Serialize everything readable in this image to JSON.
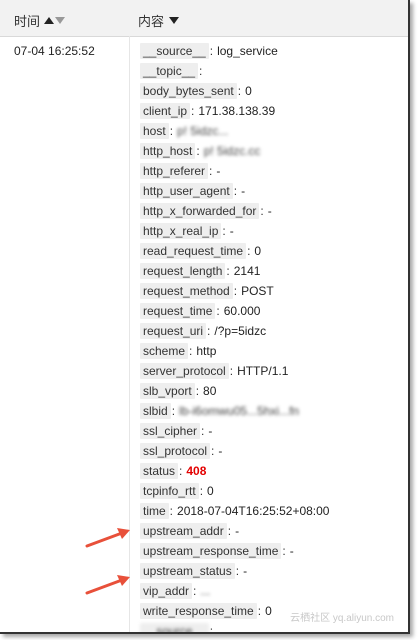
{
  "header": {
    "time_label": "时间",
    "content_label": "内容"
  },
  "log": {
    "timestamp": "07-04 16:25:52",
    "fields": [
      {
        "key": "__source__",
        "value": "log_service"
      },
      {
        "key": "__topic__",
        "value": ""
      },
      {
        "key": "body_bytes_sent",
        "value": "0"
      },
      {
        "key": "client_ip",
        "value": "171.38.138.39"
      },
      {
        "key": "host",
        "value": "p! 5idzc...",
        "blurred": true
      },
      {
        "key": "http_host",
        "value": "p! 5idzc.cc",
        "blurred": true
      },
      {
        "key": "http_referer",
        "value": "-"
      },
      {
        "key": "http_user_agent",
        "value": "-"
      },
      {
        "key": "http_x_forwarded_for",
        "value": "-"
      },
      {
        "key": "http_x_real_ip",
        "value": "-"
      },
      {
        "key": "read_request_time",
        "value": "0"
      },
      {
        "key": "request_length",
        "value": "2141"
      },
      {
        "key": "request_method",
        "value": "POST"
      },
      {
        "key": "request_time",
        "value": "60.000"
      },
      {
        "key": "request_uri",
        "value": "/?p=5idzc"
      },
      {
        "key": "scheme",
        "value": "http"
      },
      {
        "key": "server_protocol",
        "value": "HTTP/1.1"
      },
      {
        "key": "slb_vport",
        "value": "80"
      },
      {
        "key": "slbid",
        "value": "lb-i6omwu05...5hxi...fn",
        "blurred": true
      },
      {
        "key": "ssl_cipher",
        "value": "-"
      },
      {
        "key": "ssl_protocol",
        "value": "-"
      },
      {
        "key": "status",
        "value": "408",
        "highlight": true
      },
      {
        "key": "tcpinfo_rtt",
        "value": "0"
      },
      {
        "key": "time",
        "value": "2018-07-04T16:25:52+08:00"
      },
      {
        "key": "upstream_addr",
        "value": "-"
      },
      {
        "key": "upstream_response_time",
        "value": "-"
      },
      {
        "key": "upstream_status",
        "value": "-"
      },
      {
        "key": "vip_addr",
        "value": "...",
        "blurred": true
      },
      {
        "key": "write_response_time",
        "value": "0"
      },
      {
        "key": "__source__",
        "value": "",
        "blurred": true
      }
    ]
  },
  "watermark": "云栖社区 yq.aliyun.com",
  "colors": {
    "highlight": "#e30000",
    "arrow": "#e8503a",
    "key_bg": "#eeeeee"
  }
}
